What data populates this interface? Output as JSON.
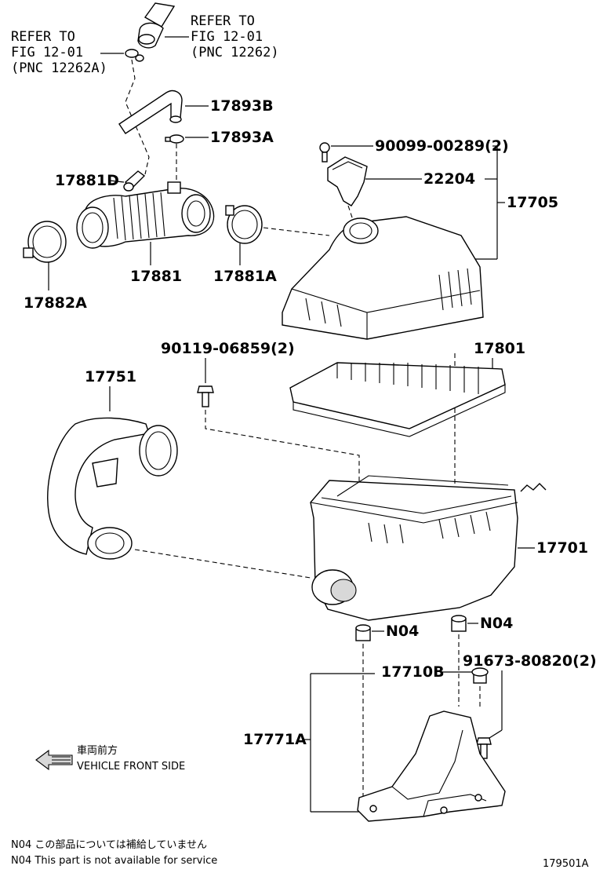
{
  "refer_top_right": [
    "REFER TO",
    "FIG 12-01",
    "(PNC 12262)"
  ],
  "refer_top_left": [
    "REFER TO",
    "FIG 12-01",
    "(PNC 12262A)"
  ],
  "part_labels": {
    "p17893B": "17893B",
    "p17893A": "17893A",
    "p17881D": "17881D",
    "p17881": "17881",
    "p17881A": "17881A",
    "p17882A": "17882A",
    "p90099": "90099-00289(2)",
    "p22204": "22204",
    "p17705": "17705",
    "p90119": "90119-06859(2)",
    "p17801": "17801",
    "p17751": "17751",
    "p17701": "17701",
    "pN04a": "N04",
    "pN04b": "N04",
    "p17710B": "17710B",
    "p91673": "91673-80820(2)",
    "p17771A": "17771A"
  },
  "front_side": {
    "jp": "車両前方",
    "en": "VEHICLE FRONT SIDE"
  },
  "notes": [
    "N04 この部品については補給していません",
    "N04 This part is not available for service"
  ],
  "figure_id": "179501A"
}
